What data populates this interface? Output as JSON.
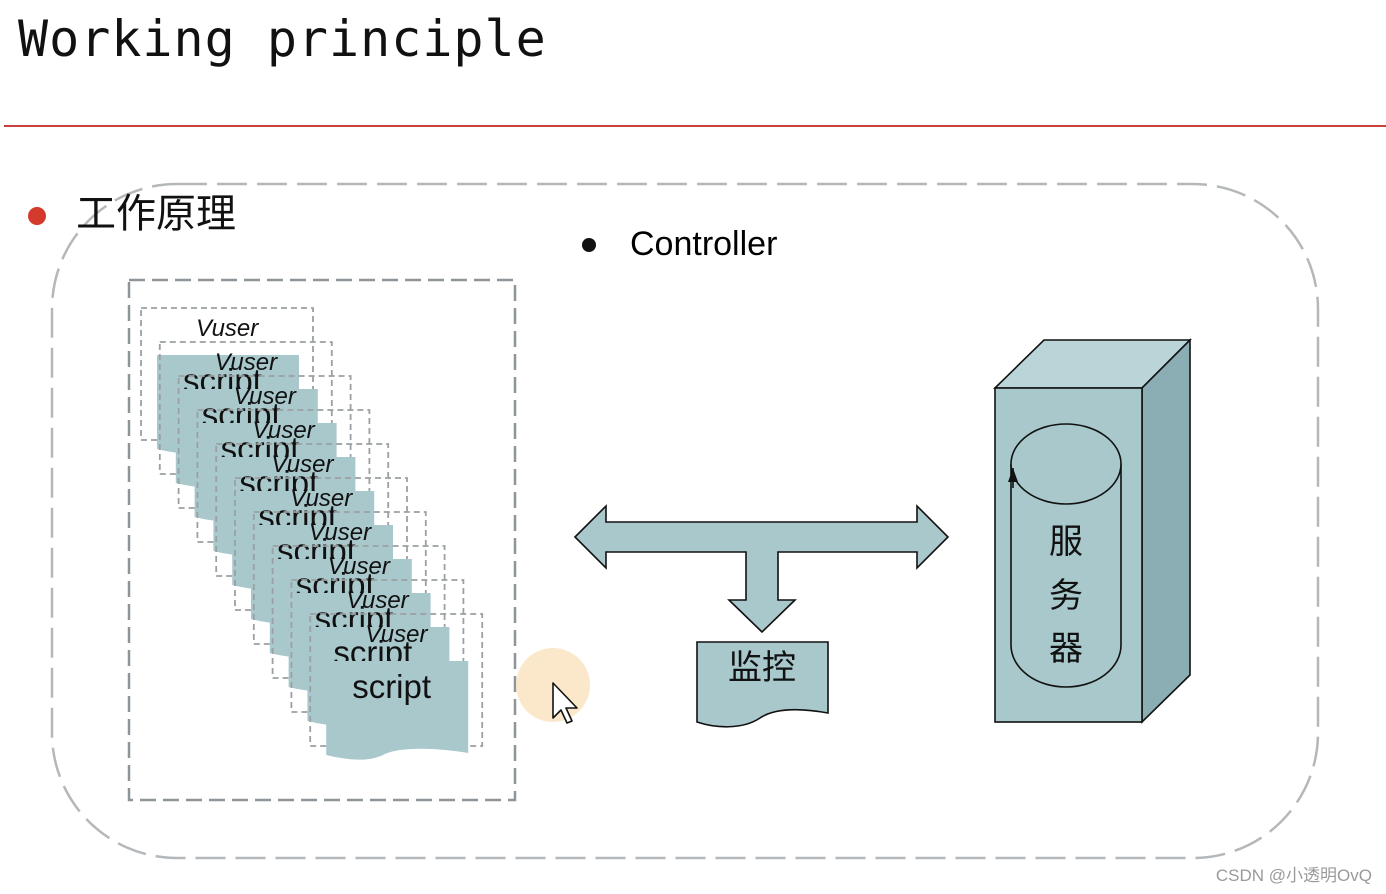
{
  "title": "Working principle",
  "bullets": {
    "main": "工作原理",
    "controller": "Controller"
  },
  "vuser_stack": {
    "vuser_label": "Vuser",
    "script_label": "script",
    "count": 10
  },
  "monitor_label": "监控",
  "server_label": [
    "服",
    "务",
    "器"
  ],
  "watermark": "CSDN @小透明OvQ",
  "colors": {
    "accent_rule": "#c8413a",
    "bullet_red": "#d43a2c",
    "teal_fill": "#a8c8cc",
    "teal_side": "#8aaeb4",
    "teal_top": "#b9d5d8",
    "dash_gray": "#9aa0a3",
    "cursor_highlight": "#fbe6c4"
  }
}
